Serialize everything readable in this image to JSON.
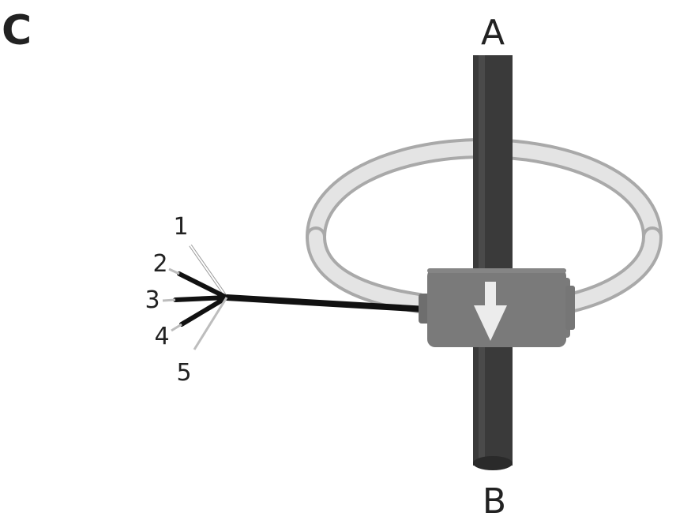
{
  "panel_label": "C",
  "conductor": {
    "top_label": "A",
    "bottom_label": "B"
  },
  "wire_labels": [
    "1",
    "2",
    "3",
    "4",
    "5"
  ],
  "colors": {
    "conductor": "#3a3a3a",
    "coil_outer": "#b8b8b8",
    "coil_inner": "#e6e6e6",
    "housing": "#7a7a7a",
    "arrow": "#ececec",
    "cable": "#111111",
    "grey_wire": "#bdbdbd",
    "text": "#222222"
  },
  "icons": {
    "housing_arrow": "arrow-down-icon"
  }
}
